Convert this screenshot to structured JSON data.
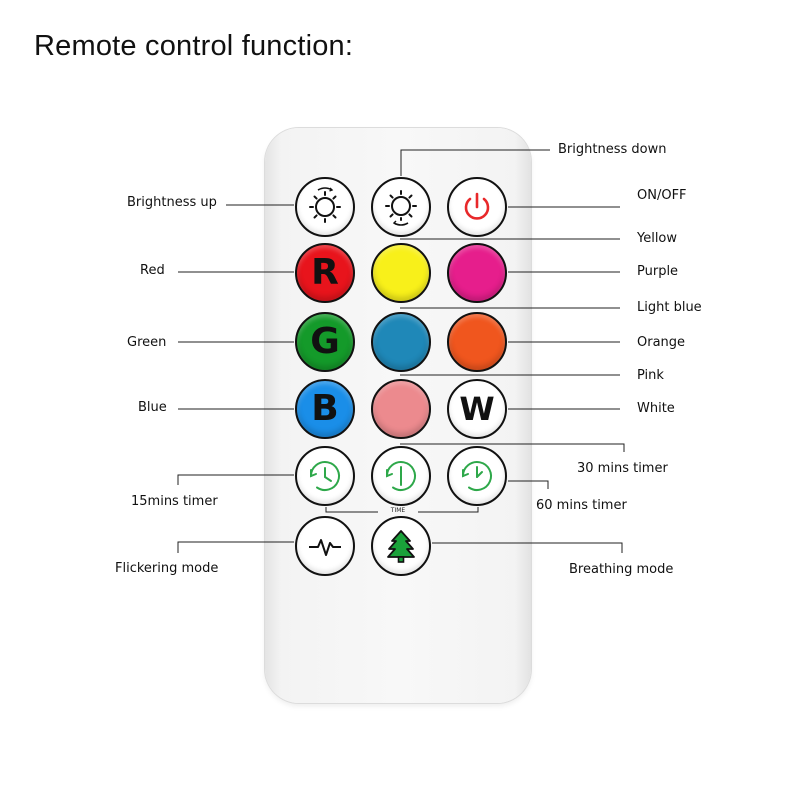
{
  "title": "Remote control function:",
  "remote": {
    "buttons": {
      "r_letter": "R",
      "g_letter": "G",
      "b_letter": "B",
      "w_letter": "W",
      "time_label": "TIME"
    },
    "colors": {
      "red": "#e8141c",
      "yellow": "#f8f01a",
      "purple": "#e61e8c",
      "green": "#149a2a",
      "light_blue": "#1f88b8",
      "orange": "#f0561e",
      "blue": "#1a8ee8",
      "pink": "#ec8a8e",
      "power_icon": "#e8282a",
      "timer_icon": "#2ea84a"
    },
    "icons": {
      "brightness_up": "sun-up-icon",
      "brightness_down": "sun-down-icon",
      "power": "power-icon",
      "timer": "timer-icon",
      "flicker": "pulse-icon",
      "breathing": "tree-icon"
    }
  },
  "labels": {
    "brightness_down": "Brightness down",
    "brightness_up": "Brightness up",
    "on_off": "ON/OFF",
    "yellow": "Yellow",
    "red": "Red",
    "purple": "Purple",
    "light_blue": "Light blue",
    "green": "Green",
    "orange": "Orange",
    "pink": "Pink",
    "blue": "Blue",
    "white": "White",
    "timer_30": "30 mins timer",
    "timer_15": "15mins timer",
    "timer_60": "60 mins timer",
    "flickering": "Flickering mode",
    "breathing": "Breathing mode"
  }
}
